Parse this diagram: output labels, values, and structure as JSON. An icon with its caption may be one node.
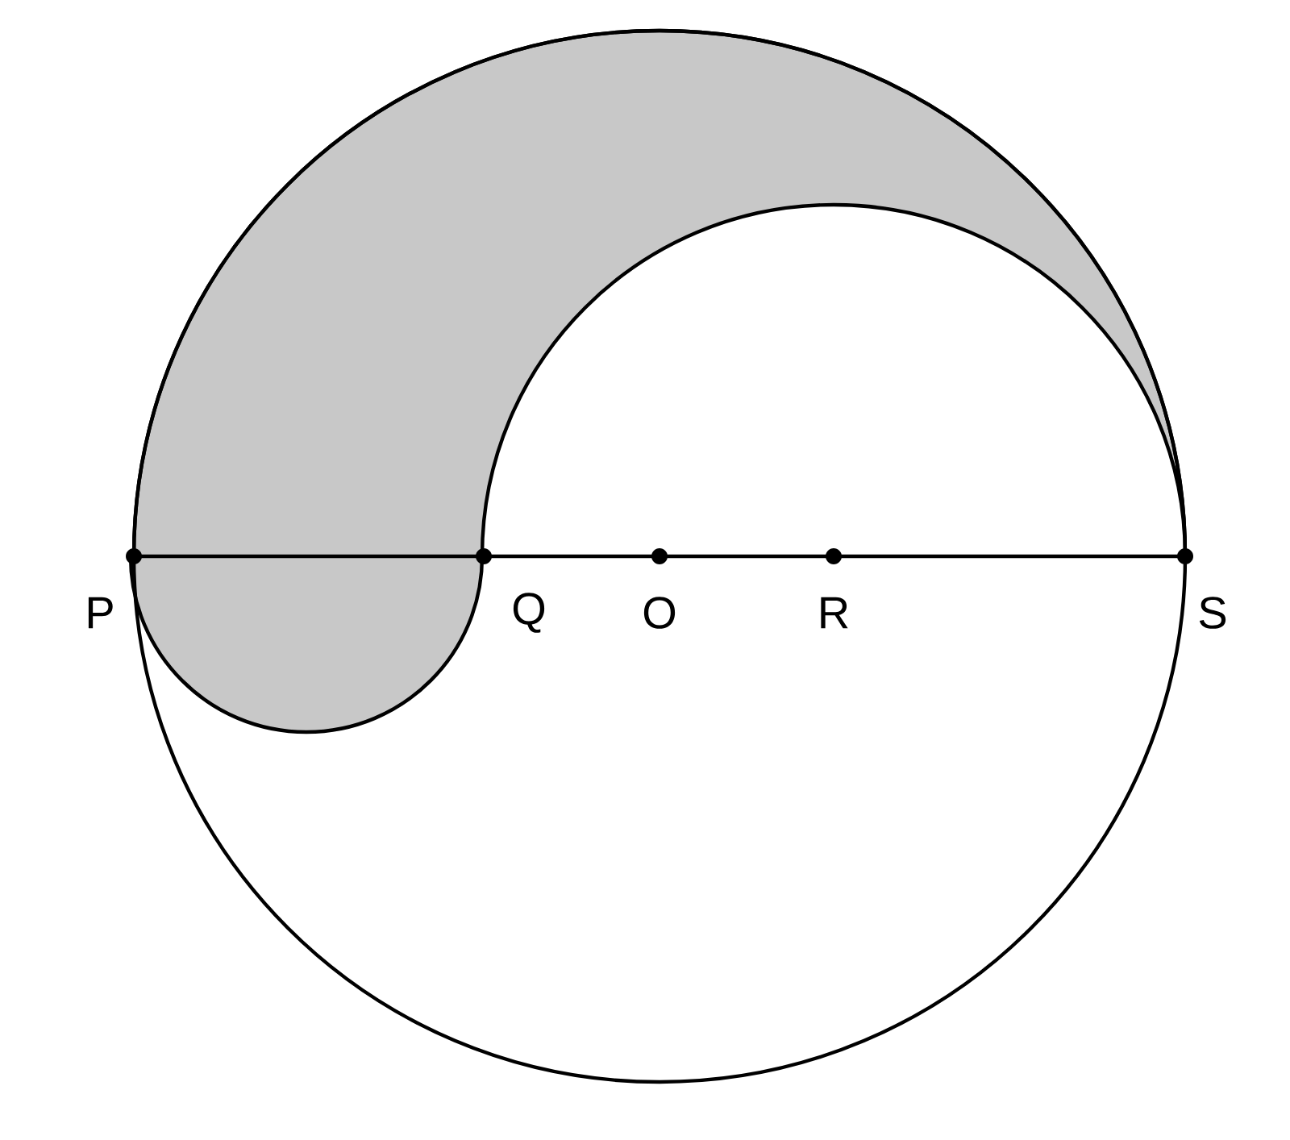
{
  "diagram": {
    "labels": [
      "P",
      "Q",
      "O",
      "R",
      "S"
    ]
  }
}
